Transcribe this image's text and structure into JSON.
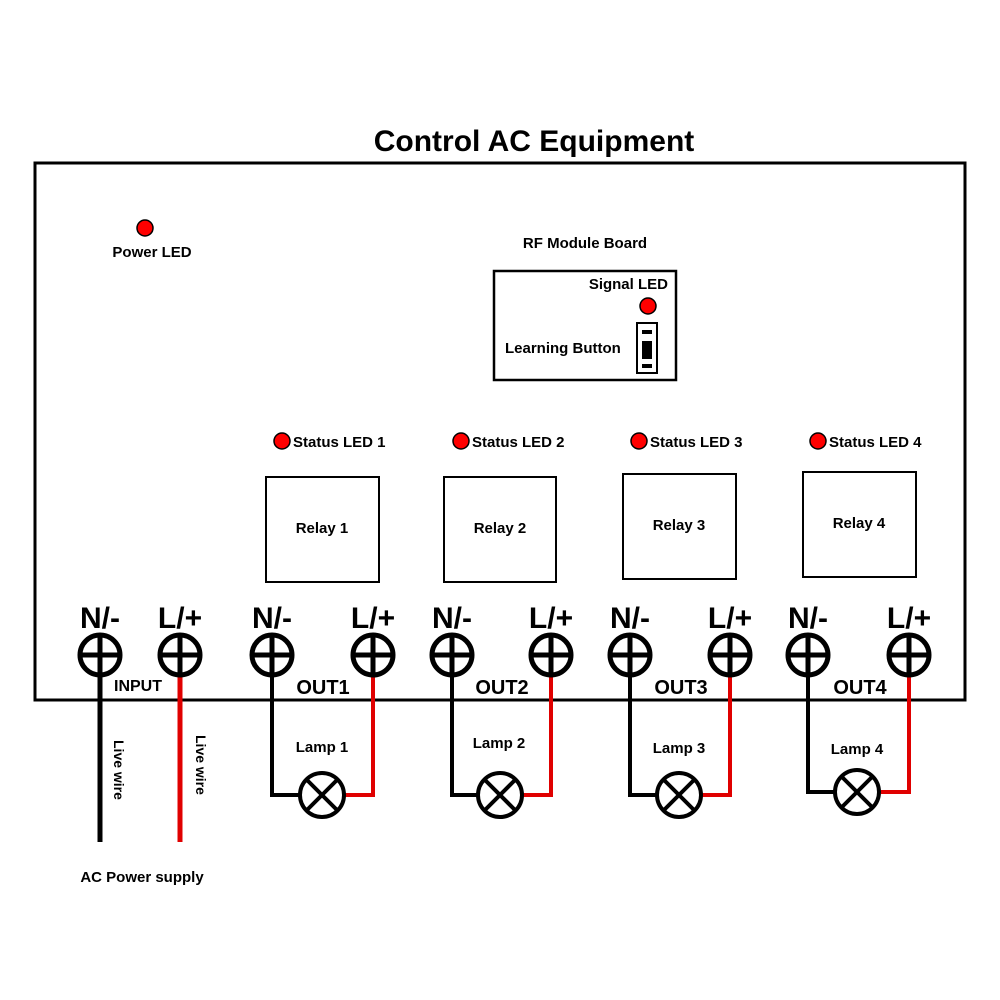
{
  "title": "Control AC Equipment",
  "power_led": {
    "label": "Power LED",
    "color": "#ff0000"
  },
  "rf_module": {
    "label": "RF Module Board",
    "signal_led_label": "Signal LED",
    "learning_button_label": "Learning Button"
  },
  "status_leds": [
    "Status LED 1",
    "Status LED 2",
    "Status LED 3",
    "Status LED 4"
  ],
  "relays": [
    "Relay 1",
    "Relay 2",
    "Relay 3",
    "Relay 4"
  ],
  "terminal_labels": {
    "neutral": "N/-",
    "live": "L/+"
  },
  "input_label": "INPUT",
  "outputs": [
    "OUT1",
    "OUT2",
    "OUT3",
    "OUT4"
  ],
  "lamps": [
    "Lamp 1",
    "Lamp 2",
    "Lamp 3",
    "Lamp 4"
  ],
  "wire_labels": [
    "Live wire",
    "Live wire"
  ],
  "supply_label": "AC Power supply",
  "colors": {
    "neutral_wire": "#000000",
    "live_wire": "#e00000",
    "led": "#ff0000"
  }
}
